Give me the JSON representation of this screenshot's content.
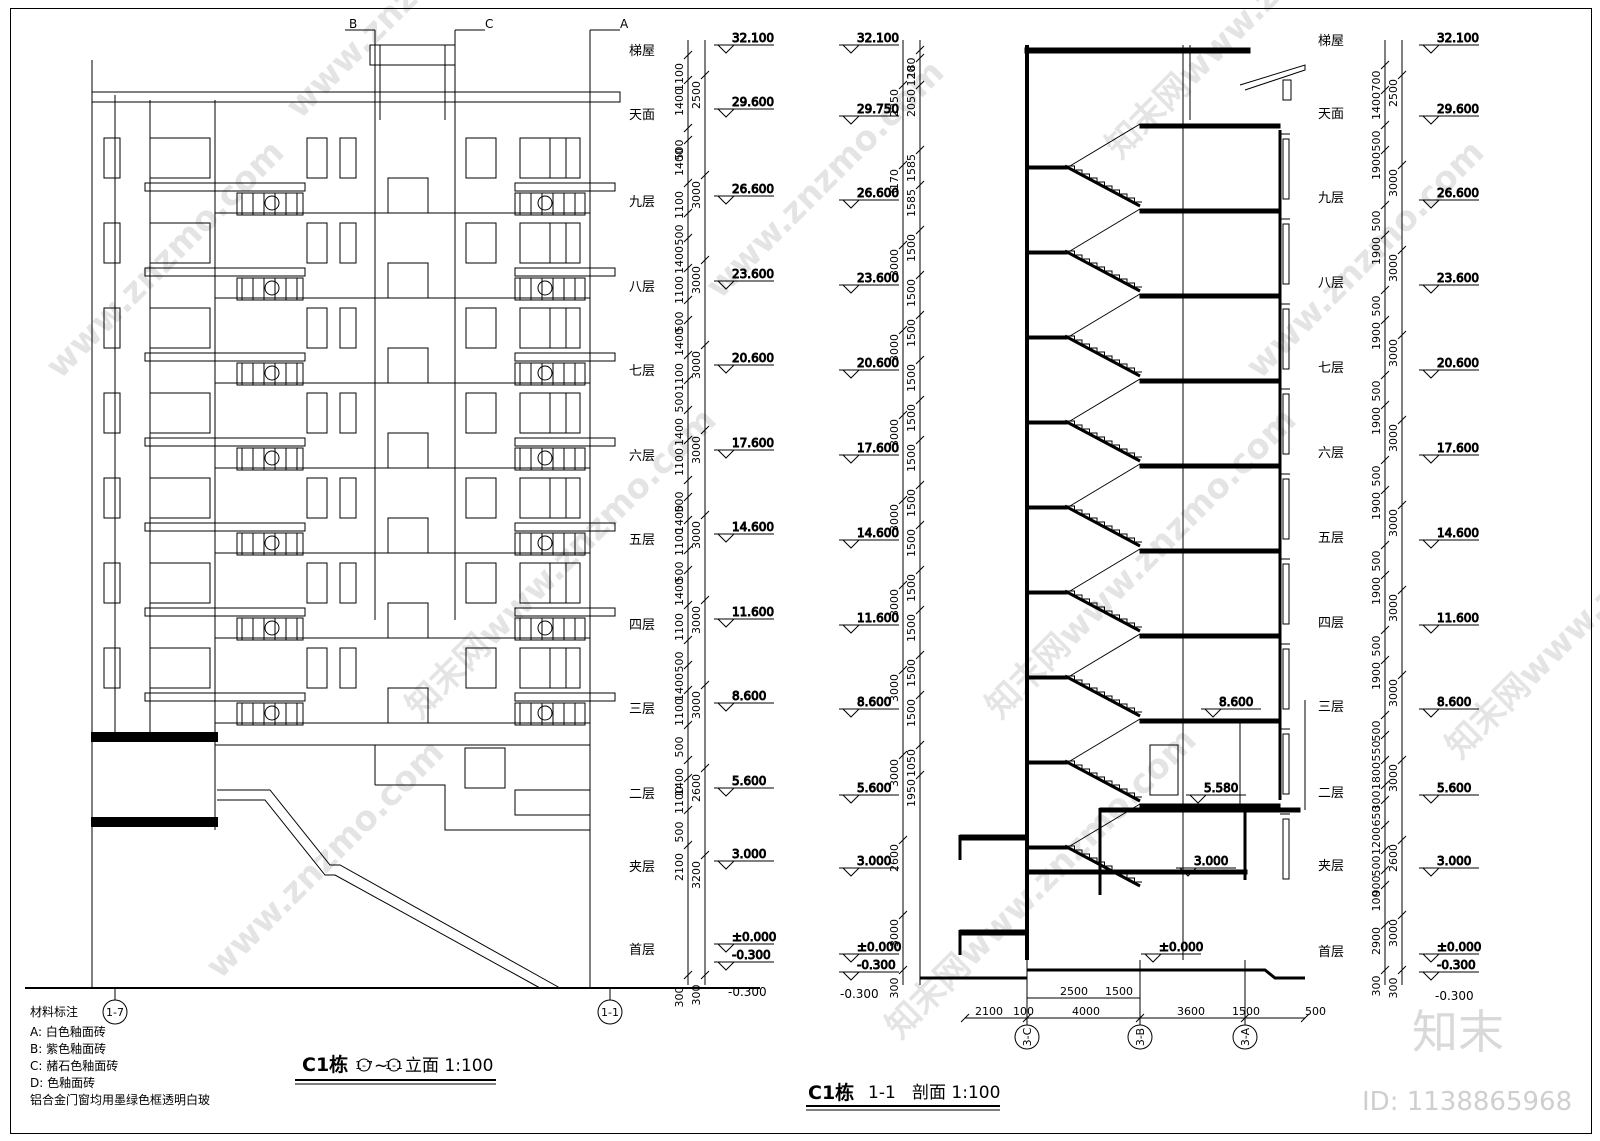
{
  "elevation": {
    "title": "C1栋",
    "axis_from": "1-7",
    "axis_to": "1-1",
    "title_suffix": "立面 1:100",
    "top_callouts": [
      "B",
      "C",
      "A"
    ],
    "floors": [
      "梯屋",
      "天面",
      "九层",
      "八层",
      "七层",
      "六层",
      "五层",
      "四层",
      "三层",
      "二层",
      "夹层",
      "首层"
    ],
    "levels": [
      "32.100",
      "29.600",
      "26.600",
      "23.600",
      "20.600",
      "17.600",
      "14.600",
      "11.600",
      "8.600",
      "5.600",
      "3.000",
      "±0.000",
      "-0.300"
    ],
    "dims_inner": [
      "1100",
      "1400",
      "500",
      "1400",
      "1100",
      "500",
      "1400",
      "1100",
      "500",
      "1400",
      "1100",
      "500",
      "1400",
      "1100",
      "500",
      "1400",
      "1100",
      "500",
      "1400",
      "1100",
      "500",
      "1400",
      "1100",
      "500",
      "1400",
      "1100",
      "500",
      "2100",
      "300"
    ],
    "dims_outer": [
      "2500",
      "3000",
      "3000",
      "3000",
      "3000",
      "3000",
      "3000",
      "3000",
      "2600",
      "3200",
      "300"
    ],
    "axis_bottom": [
      "1-7",
      "1-1"
    ]
  },
  "notes": {
    "heading": "材料标注",
    "items": [
      "A:  白色釉面砖",
      "B:  紫色釉面砖",
      "C:  赭石色釉面砖",
      "D:    色釉面砖",
      "铝合金门窗均用墨绿色框透明白玻"
    ]
  },
  "section": {
    "title": "C1栋",
    "title_mark": "1-1",
    "title_suffix": "剖面 1:100",
    "floors": [
      "梯屋",
      "天面",
      "九层",
      "八层",
      "七层",
      "六层",
      "五层",
      "四层",
      "三层",
      "二层",
      "夹层",
      "首层"
    ],
    "left_levels": [
      "32.100",
      "29.750",
      "26.600",
      "23.600",
      "20.600",
      "17.600",
      "14.600",
      "11.600",
      "8.600",
      "5.600",
      "3.000",
      "±0.000",
      "-0.300"
    ],
    "right_levels": [
      "32.100",
      "29.600",
      "26.600",
      "23.600",
      "20.600",
      "17.600",
      "14.600",
      "11.600",
      "8.600",
      "5.600",
      "3.000",
      "±0.000",
      "-0.300"
    ],
    "left_dims_outer": [
      "2350",
      "3170",
      "3000",
      "3000",
      "3000",
      "3000",
      "3000",
      "3000",
      "3000",
      "2600",
      "3000",
      "300"
    ],
    "left_dims_inner": [
      "180",
      "120",
      "2050",
      "1585",
      "1585",
      "1500",
      "1500",
      "1500",
      "1500",
      "1500",
      "1500",
      "1500",
      "1500",
      "1500",
      "1500",
      "1500",
      "1500",
      "1050",
      "1950"
    ],
    "right_dims_inner": [
      "700",
      "1400",
      "500",
      "1900",
      "500",
      "1900",
      "500",
      "1900",
      "500",
      "1900",
      "500",
      "1900",
      "500",
      "1900",
      "500",
      "1900",
      "500",
      "550",
      "1800",
      "300",
      "650",
      "1200",
      "500",
      "900",
      "100",
      "2900",
      "300"
    ],
    "right_dims_outer": [
      "2500",
      "3000",
      "3000",
      "3000",
      "3000",
      "3000",
      "3000",
      "3000",
      "3000",
      "2600",
      "3000",
      "300"
    ],
    "inner_levels": [
      "8.600",
      "5.580",
      "3.000",
      "±0.000"
    ],
    "bottom_dims_top": [
      "2500",
      "1500"
    ],
    "bottom_dims_bottom": [
      "2100",
      "100",
      "4000",
      "3600",
      "1500",
      "500"
    ],
    "axes": [
      "3-C",
      "3-B",
      "3-A"
    ]
  },
  "watermark": {
    "site": "www.znzmo.com",
    "brand": "知末网",
    "logo": "知末",
    "id": "ID: 1138865968"
  }
}
